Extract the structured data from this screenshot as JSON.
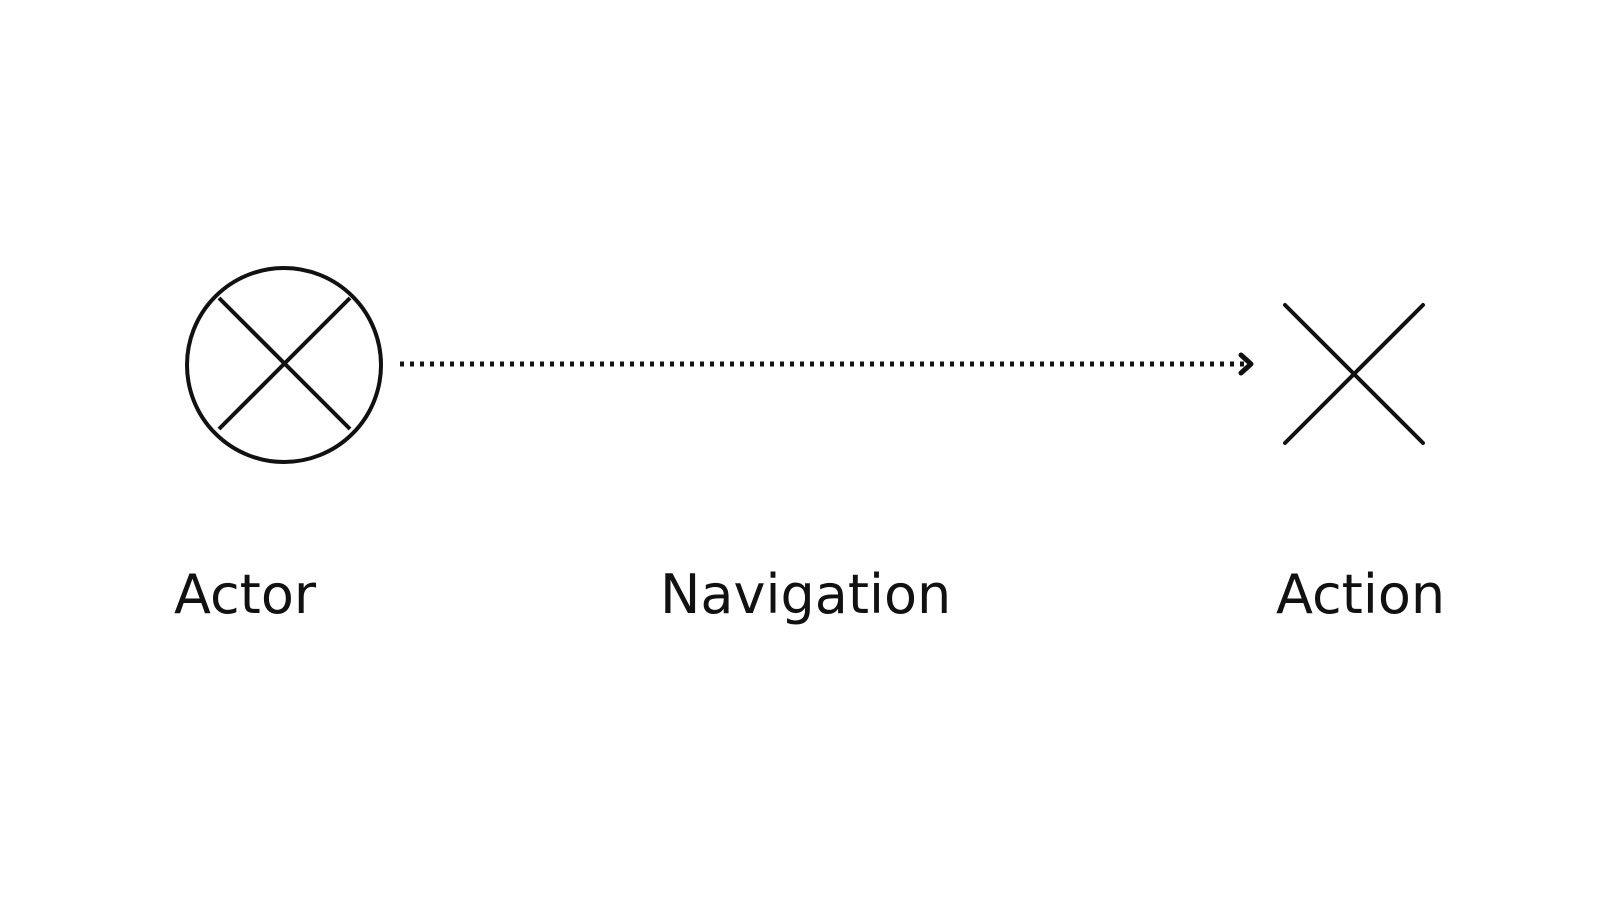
{
  "labels": {
    "actor": "Actor",
    "navigation": "Navigation",
    "action": "Action"
  },
  "icons": {
    "actor": "circle-x-icon",
    "navigation": "dotted-arrow-icon",
    "action": "x-cross-icon"
  },
  "colors": {
    "stroke": "#111111",
    "background": "#ffffff"
  }
}
